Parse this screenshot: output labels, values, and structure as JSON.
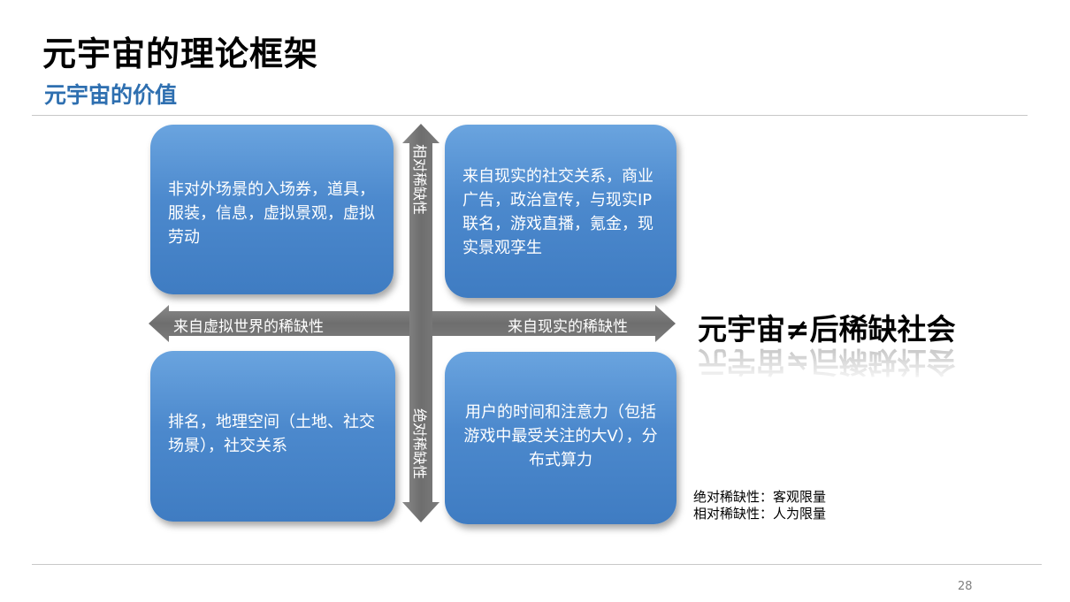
{
  "header": {
    "title": "元宇宙的理论框架",
    "subtitle": "元宇宙的价值"
  },
  "quadrants": {
    "top_left": "非对外场景的入场券，道具，服装，信息，虚拟景观，虚拟劳动",
    "top_right": "来自现实的社交关系，商业广告，政治宣传，与现实IP联名，游戏直播，氪金，现实景观孪生",
    "bottom_left": "排名，地理空间（土地、社交场景），社交关系",
    "bottom_right": "用户的时间和注意力（包括游戏中最受关注的大V），分布式算力"
  },
  "axes": {
    "left": "来自虚拟世界的稀缺性",
    "right": "来自现实的稀缺性",
    "top": "相对稀缺性",
    "bottom": "绝对稀缺性"
  },
  "headline": "元宇宙≠后稀缺社会",
  "notes": {
    "absolute": "绝对稀缺性：客观限量",
    "relative": "相对稀缺性：人为限量"
  },
  "page_number": "28",
  "colors": {
    "box_blue": "#4c89cd",
    "axis_gray": "#7a7a7a",
    "subtitle_blue": "#2e6fb0"
  }
}
